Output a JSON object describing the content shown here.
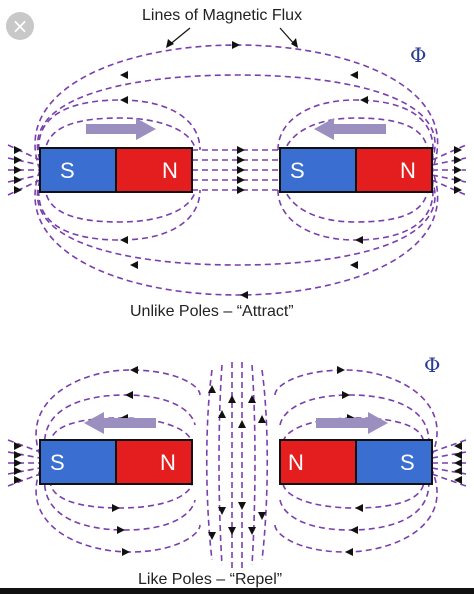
{
  "top_title": "Lines of Magnetic Flux",
  "phi_symbol": "Φ",
  "top_caption": "Unlike Poles – “Attract”",
  "bottom_caption": "Like Poles – “Repel”",
  "top_left_magnet": {
    "left_pole": "S",
    "right_pole": "N"
  },
  "top_right_magnet": {
    "left_pole": "S",
    "right_pole": "N"
  },
  "bottom_left_magnet": {
    "left_pole": "S",
    "right_pole": "N"
  },
  "bottom_right_magnet": {
    "left_pole": "N",
    "right_pole": "S"
  },
  "close_icon": "close-icon",
  "colors": {
    "south_pole": "#3a6fd1",
    "north_pole": "#e41e1e",
    "flux_line": "#7a3fae",
    "motion_arrow": "#9b8fbf",
    "phi": "#2b3d8f"
  }
}
